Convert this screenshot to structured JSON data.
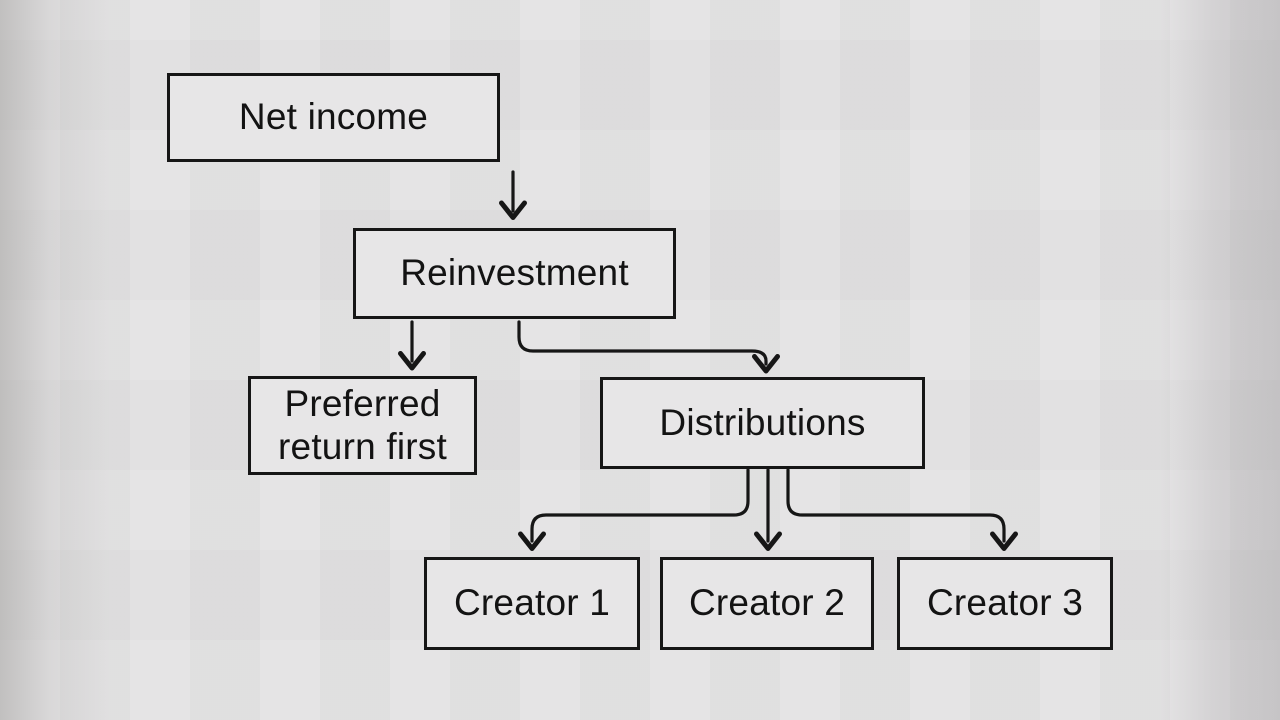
{
  "diagram": {
    "type": "flowchart",
    "nodes": {
      "net_income": {
        "label": "Net income"
      },
      "reinvestment": {
        "label": "Reinvestment"
      },
      "preferred_return": {
        "label": "Preferred return first"
      },
      "distributions": {
        "label": "Distributions"
      },
      "creator_1": {
        "label": "Creator 1"
      },
      "creator_2": {
        "label": "Creator 2"
      },
      "creator_3": {
        "label": "Creator 3"
      }
    },
    "edges": [
      {
        "from": "net_income",
        "to": "reinvestment"
      },
      {
        "from": "reinvestment",
        "to": "preferred_return"
      },
      {
        "from": "reinvestment",
        "to": "distributions"
      },
      {
        "from": "distributions",
        "to": "creator_1"
      },
      {
        "from": "distributions",
        "to": "creator_2"
      },
      {
        "from": "distributions",
        "to": "creator_3"
      }
    ],
    "colors": {
      "page_bg": "#e3e2e3",
      "box_fill": "#e7e6e7",
      "line": "#161616",
      "text": "#131313"
    }
  }
}
